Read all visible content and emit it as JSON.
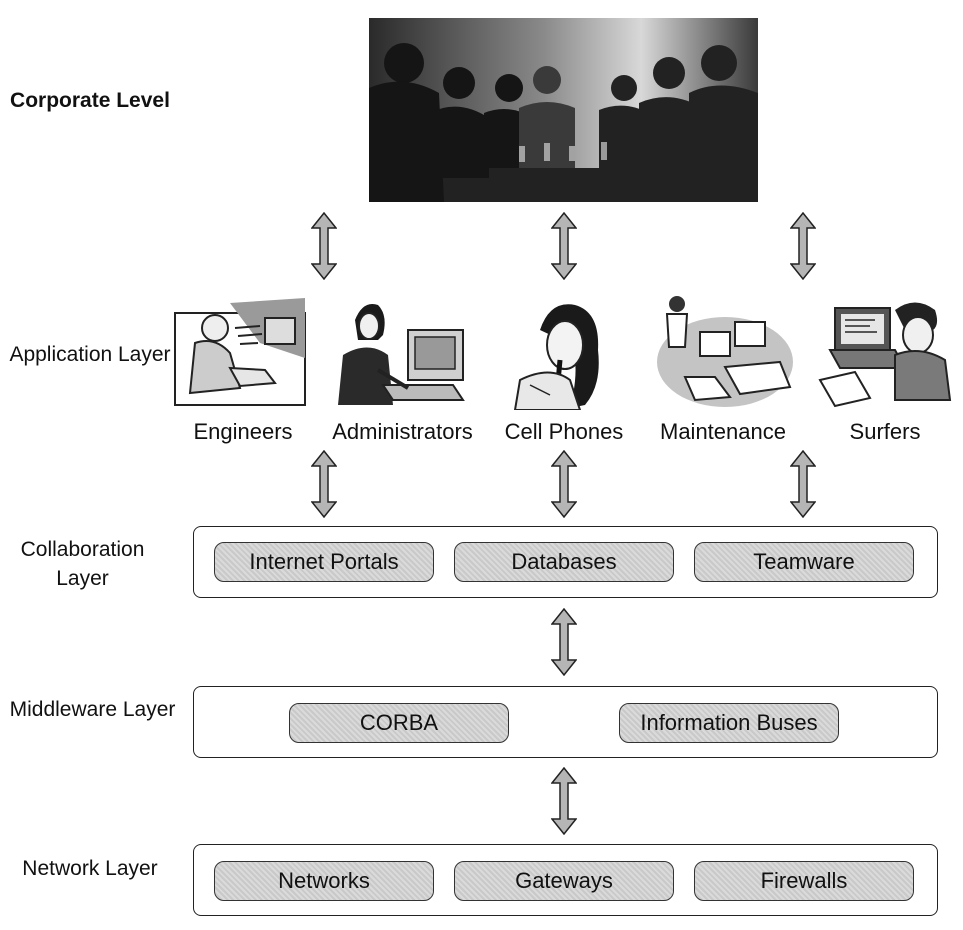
{
  "layers": {
    "corporate": "Corporate Level",
    "application": "Application Layer",
    "collaboration": "Collaboration Layer",
    "middleware": "Middleware Layer",
    "network": "Network Layer"
  },
  "roles": [
    "Engineers",
    "Administrators",
    "Cell Phones",
    "Maintenance",
    "Surfers"
  ],
  "collaboration_items": [
    "Internet Portals",
    "Databases",
    "Teamware"
  ],
  "middleware_items": [
    "CORBA",
    "Information Buses"
  ],
  "network_items": [
    "Networks",
    "Gateways",
    "Firewalls"
  ],
  "colors": {
    "pill_fill": "#d0d0d0",
    "outline": "#222222",
    "arrow_fill": "#b5b5b5"
  }
}
